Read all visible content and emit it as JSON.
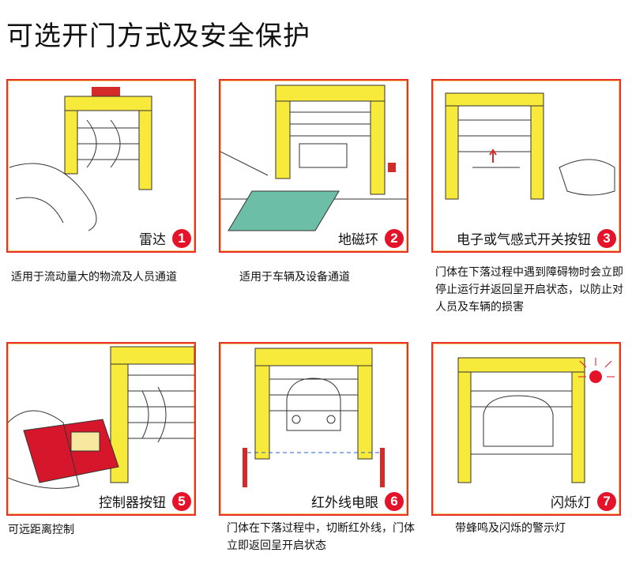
{
  "title": "可选开门方式及安全保护",
  "panels": [
    {
      "label": "雷达",
      "number": "1",
      "caption": "适用于流动量大的物流及人员通道"
    },
    {
      "label": "地磁环",
      "number": "2",
      "caption": "适用于车辆及设备通道"
    },
    {
      "label": "电子或气感式开关按钮",
      "number": "3",
      "caption": "门体在下落过程中遇到障碍物时会立即停止运行并返回呈开启状态，以防止对人员及车辆的损害"
    },
    {
      "label": "控制器按钮",
      "number": "5",
      "caption": "可远距离控制"
    },
    {
      "label": "红外线电眼",
      "number": "6",
      "caption": "门体在下落过程中，切断红外线，门体立即返回呈开启状态"
    },
    {
      "label": "闪烁灯",
      "number": "7",
      "caption": "带蜂鸣及闪烁的警示灯"
    }
  ],
  "colors": {
    "frame": "#f7ea3a",
    "border": "#e8312a",
    "badge": "#e5132a"
  }
}
